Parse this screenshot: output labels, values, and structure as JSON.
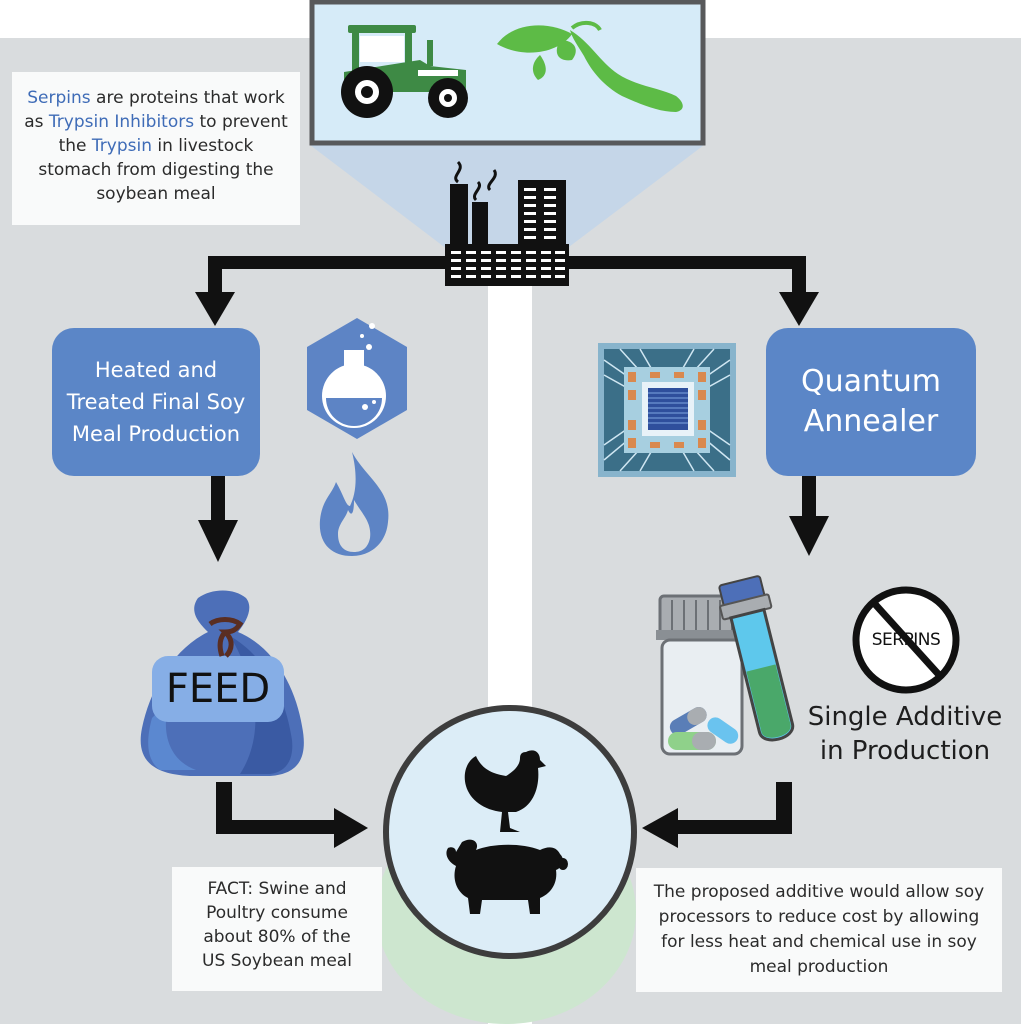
{
  "info_box": {
    "serpins": "Serpins",
    "text_1": " are proteins that work as ",
    "trypsin_inhibitors": "Trypsin Inhibitors",
    "text_2": " to prevent the ",
    "trypsin": "Trypsin",
    "text_3": " in livestock stomach from digesting the soybean meal"
  },
  "left_process": {
    "label": "Heated and Treated Final Soy Meal Production"
  },
  "right_process": {
    "label": "Quantum Annealer"
  },
  "feed_bag": {
    "label": "FEED"
  },
  "additive": {
    "no_symbol_text": "SERPINS",
    "label_line1": "Single Additive",
    "label_line2": "in Production"
  },
  "fact_box": {
    "text": "FACT: Swine and Poultry consume about 80% of the US Soybean meal"
  },
  "proposal_box": {
    "text": "The proposed additive would allow soy processors to reduce cost by allowing for less heat and chemical use in soy meal production"
  },
  "icons": [
    "tractor-icon",
    "soybean-plant-icon",
    "factory-icon",
    "flask-icon",
    "flame-icon",
    "quantum-chip-icon",
    "feed-bag-icon",
    "pill-jar-icon",
    "test-tube-icon",
    "no-serpins-icon",
    "chicken-icon",
    "pig-icon"
  ],
  "colors": {
    "panel_gray": "#d9dcde",
    "process_blue": "#5b86c7",
    "icon_blue": "#5d84c5",
    "highlight_blue": "#3f6cb7",
    "tractor_green": "#3e8a45",
    "plant_green": "#5dbb46",
    "sky_blue": "#d6ebf8",
    "animal_circle": "#dcedf7",
    "green_glow": "#cde6cf",
    "arrow_black": "#111111"
  }
}
